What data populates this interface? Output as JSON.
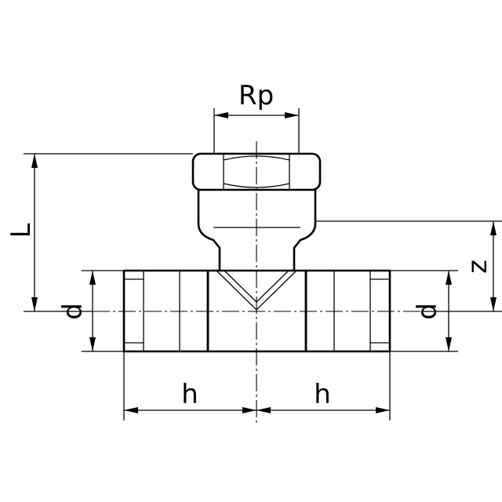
{
  "labels": {
    "thread": "Rp",
    "length": "L",
    "offset": "z",
    "diameter_left": "d",
    "diameter_right": "d",
    "half_length_left": "h",
    "half_length_right": "h"
  }
}
